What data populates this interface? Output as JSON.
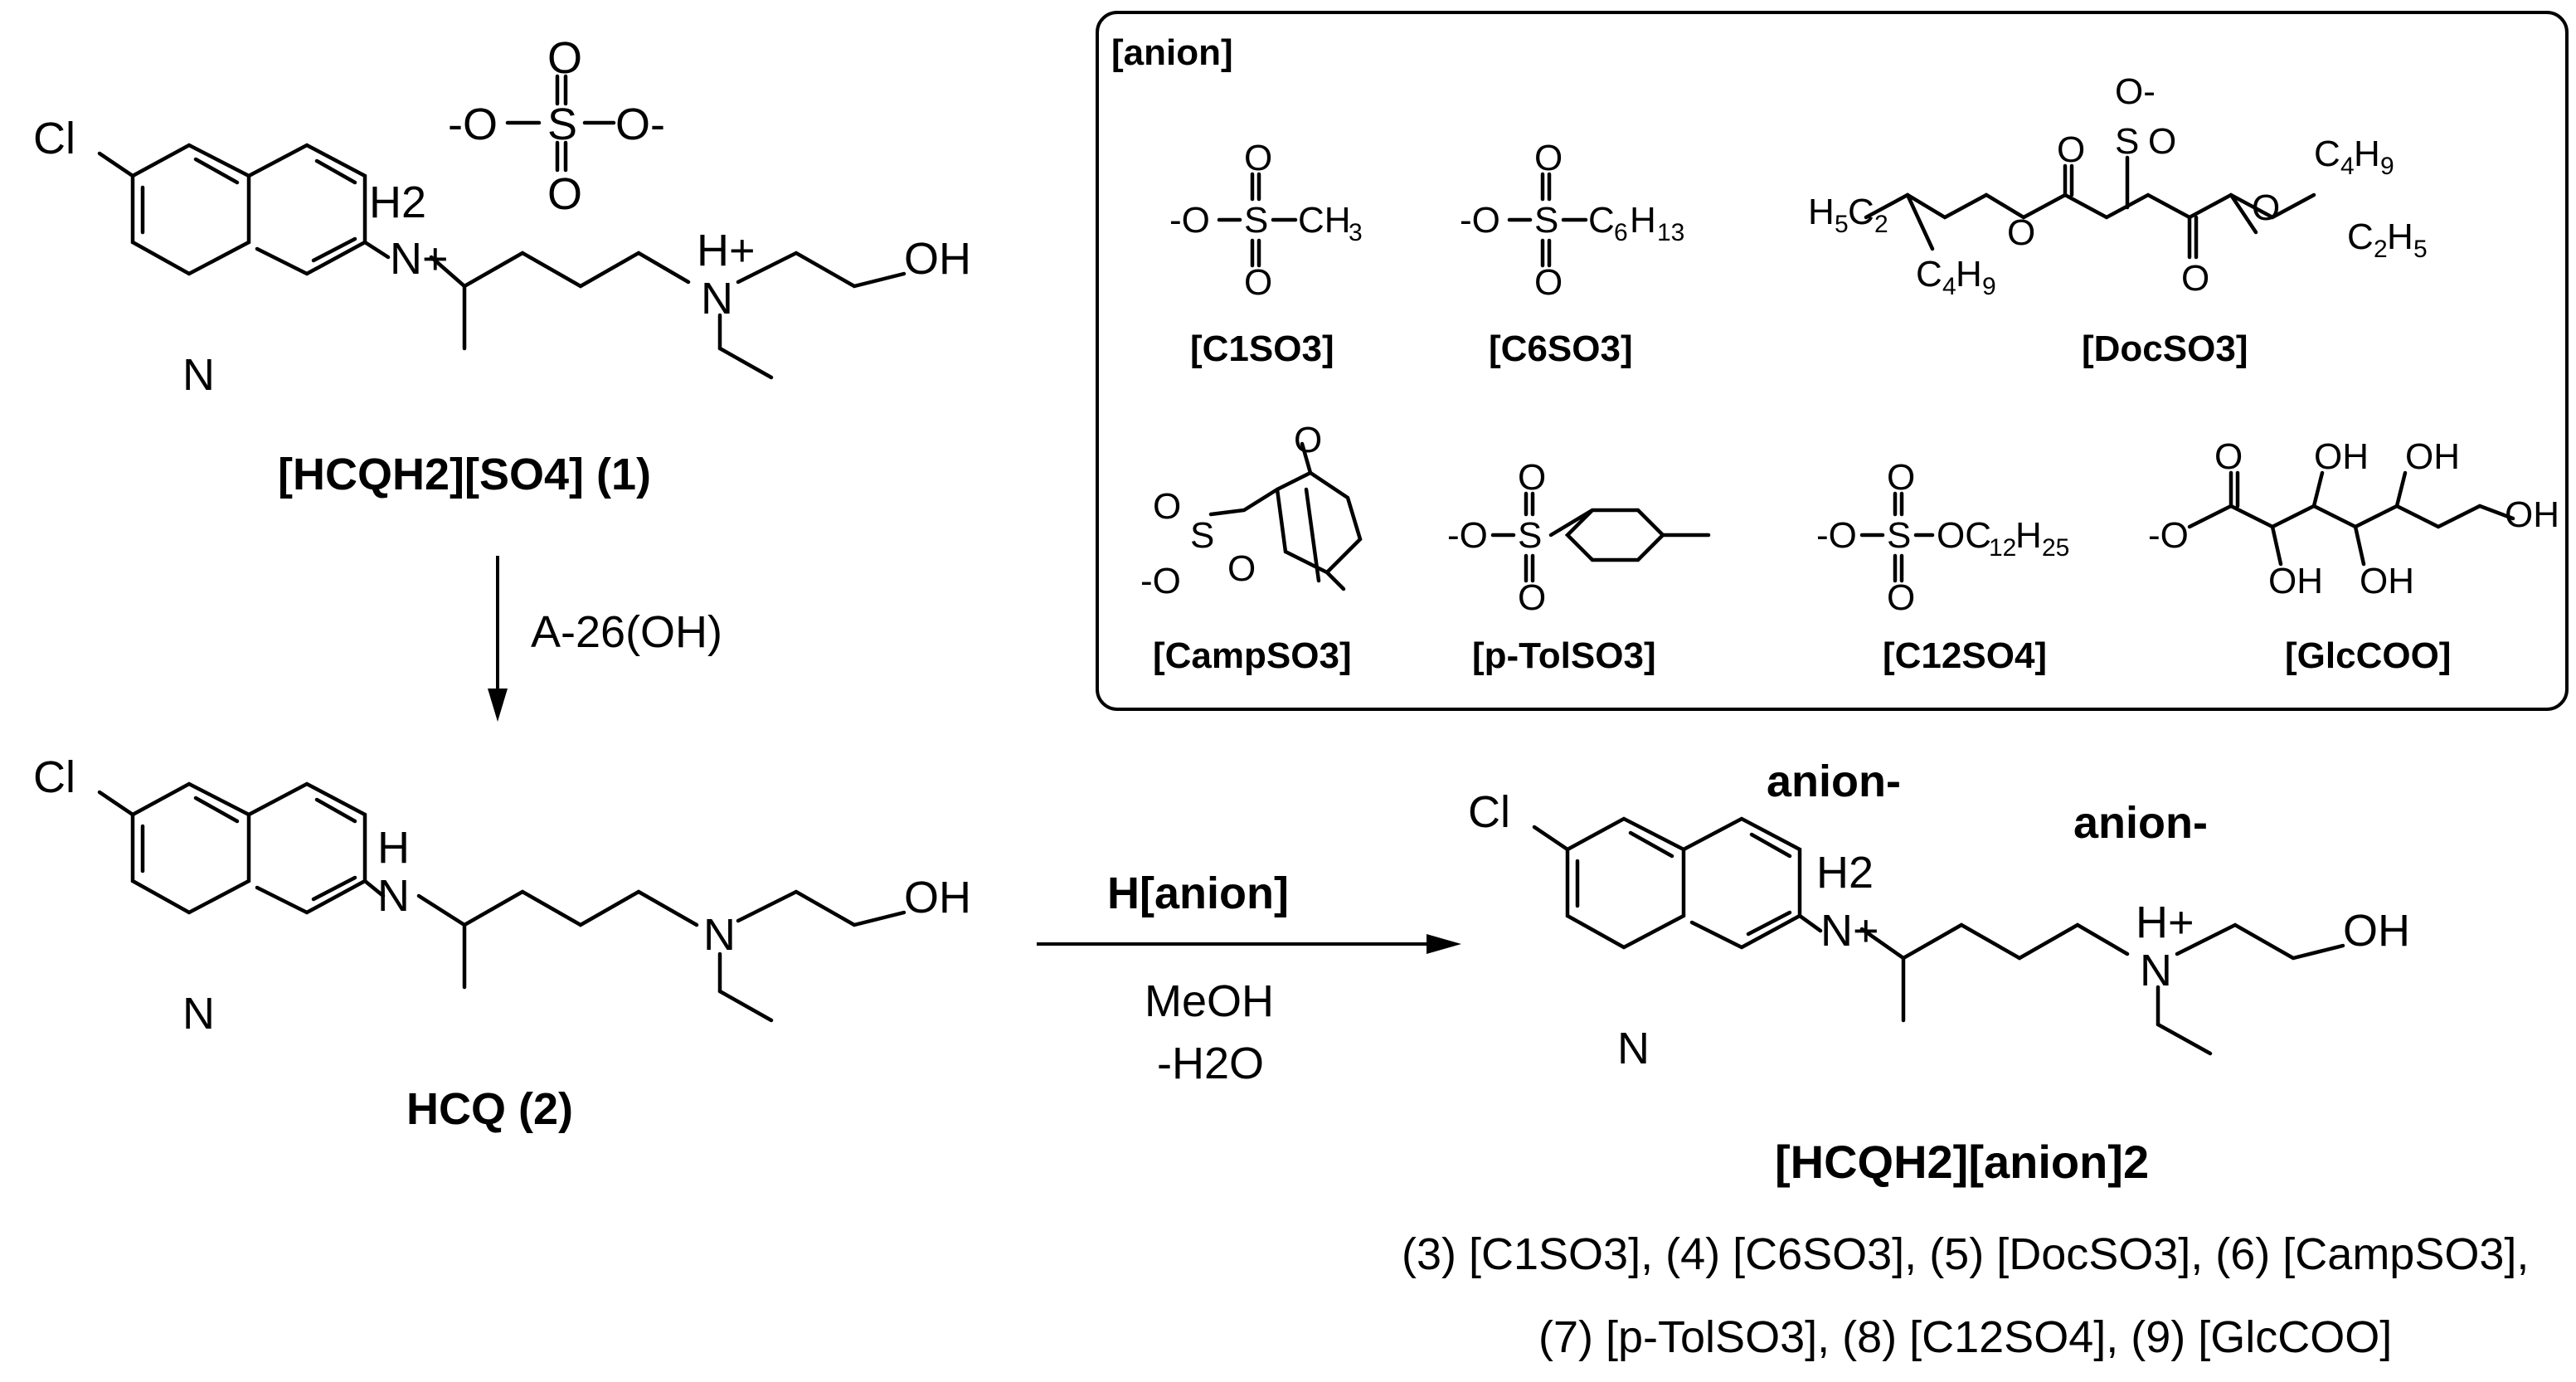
{
  "diagram": {
    "type": "reaction-scheme",
    "start": {
      "label": "[HCQH2][SO4] (1)",
      "atoms": {
        "cl": "Cl",
        "n_ring": "N",
        "h2": "H2",
        "n_plus": "N+",
        "h_plus": "H+",
        "n_amine": "N",
        "oh": "OH"
      },
      "sulfate": {
        "o_top": "O",
        "o_left": "-O",
        "s": "S",
        "o_right": "O-",
        "o_bottom": "O"
      }
    },
    "step1": {
      "reagent": "A-26(OH)"
    },
    "intermediate": {
      "label": "HCQ (2)",
      "atoms": {
        "cl": "Cl",
        "n_ring": "N",
        "nh": "H",
        "n_amine_h": "N",
        "n_amine": "N",
        "oh": "OH"
      }
    },
    "step2": {
      "reagent": "H[anion]",
      "solvent": "MeOH",
      "byproduct": "-H2O"
    },
    "product": {
      "label": "[HCQH2][anion]2",
      "counterion1": "anion-",
      "counterion2": "anion-",
      "atoms": {
        "cl": "Cl",
        "n_ring": "N",
        "h2": "H2",
        "n_plus": "N+",
        "h_plus": "H+",
        "n_amine": "N",
        "oh": "OH"
      },
      "list_line1": "(3) [C1SO3], (4) [C6SO3], (5) [DocSO3], (6) [CampSO3],",
      "list_line2": "(7) [p-TolSO3], (8) [C12SO4], (9) [GlcCOO]"
    },
    "anion_box": {
      "title": "[anion]",
      "anions": [
        {
          "label": "[C1SO3]",
          "formula": "-O-S-CH3"
        },
        {
          "label": "[C6SO3]",
          "formula": "-O-S-C6H13"
        },
        {
          "label": "[DocSO3]",
          "formula": "H5C2 / C4H9 / O / S=O / C2H5"
        },
        {
          "label": "[CampSO3]",
          "formula": "camphorsulfonate"
        },
        {
          "label": "[p-TolSO3]",
          "formula": "-O-S-tolyl"
        },
        {
          "label": "[C12SO4]",
          "formula": "-O-S-OC12H25"
        },
        {
          "label": "[GlcCOO]",
          "formula": "gluconate"
        }
      ]
    }
  }
}
